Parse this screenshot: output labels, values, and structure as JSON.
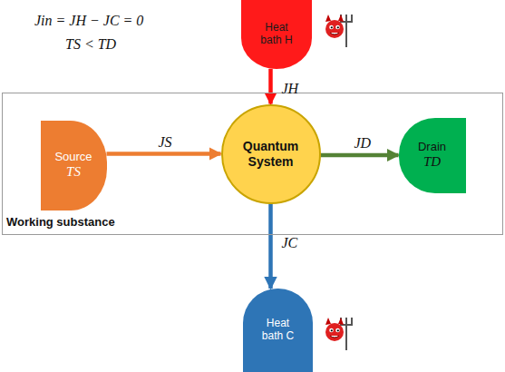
{
  "diagram": {
    "nodes": [
      {
        "text": [
          "Heat bath H"
        ]
      },
      {
        "text": [
          "Working substance"
        ]
      },
      {
        "text": [
          "Source",
          "TS"
        ],
        "in": 1
      },
      {
        "text": [
          "Quantum System"
        ],
        "in": 1
      },
      {
        "text": [
          "Drain",
          "TD"
        ],
        "in": 1
      },
      {
        "text": [
          "Heat bath C"
        ]
      }
    ],
    "edges": [
      {
        "from": 0,
        "to": 3,
        "label": "JH",
        "arrow": "to"
      },
      {
        "from": 2,
        "to": 3,
        "label": "JS",
        "arrow": "to"
      },
      {
        "from": 3,
        "to": 4,
        "label": "JD",
        "arrow": "to"
      },
      {
        "from": 3,
        "to": 5,
        "label": "JC",
        "arrow": "to"
      }
    ],
    "labels": [
      "Jin = JH − JC = 0",
      "TS < TD"
    ]
  }
}
